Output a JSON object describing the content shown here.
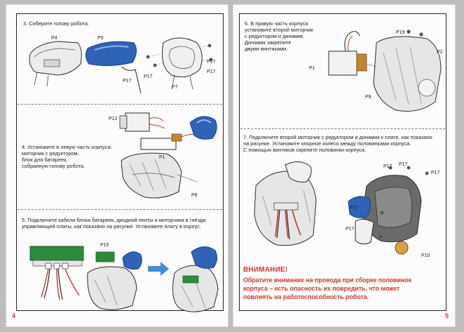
{
  "left_page": {
    "page_number": "4",
    "step3": {
      "caption": "3. Соберите голову робота.",
      "labels": {
        "p4": "P4",
        "p5": "P5",
        "p17a": "P17",
        "p17b": "P17",
        "p17c": "P17",
        "p17d": "P17",
        "p7": "P7"
      }
    },
    "step4": {
      "caption": "4. Установите в левую часть корпуса:\nмоторчик с редуктором,\nблок для батареек,\nсобранную голову робота.",
      "labels": {
        "p12": "P12",
        "p1": "P1",
        "p8": "P8"
      }
    },
    "step5": {
      "caption": "5. Подключите кабели блока батареек, диодной ленты и моторчика в гнёзда\nуправляющей платы, как показано на рисунке. Установите плату в корпус.",
      "labels": {
        "p15": "P15"
      }
    }
  },
  "right_page": {
    "page_number": "5",
    "step6": {
      "caption": "6. В правую часть корпуса\nустановите второй моторчик\nс редуктором и динамик.\nДинамик закрепите\nдвумя винтиками.",
      "labels": {
        "p19": "P19",
        "p2": "P2",
        "p1": "P1",
        "p9": "P9"
      }
    },
    "step7": {
      "caption": "7. Подключите второй моторчик с редуктором и динамик к плате, как показано\nна рисунке. Установите опорное колесо между половинками корпуса.\nС помощью винтиков скрепите половинки корпуса.",
      "labels": {
        "p17a": "P17",
        "p17b": "P17",
        "p17c": "P17",
        "p17d": "P17",
        "p17e": "P17",
        "p10": "P10"
      }
    },
    "warning": {
      "title": "ВНИМАНИЕ!",
      "body": "Обратите внимание на провода при сборке половинок\nкорпуса – есть опасность их повредить, что может\nповлиять на работоспособность робота."
    }
  },
  "colors": {
    "accent": "#d4342b",
    "head_blue": "#2f63b6",
    "board_green": "#2e8b3c",
    "hull": "#e6e6e6",
    "outline": "#2a2a2a"
  }
}
